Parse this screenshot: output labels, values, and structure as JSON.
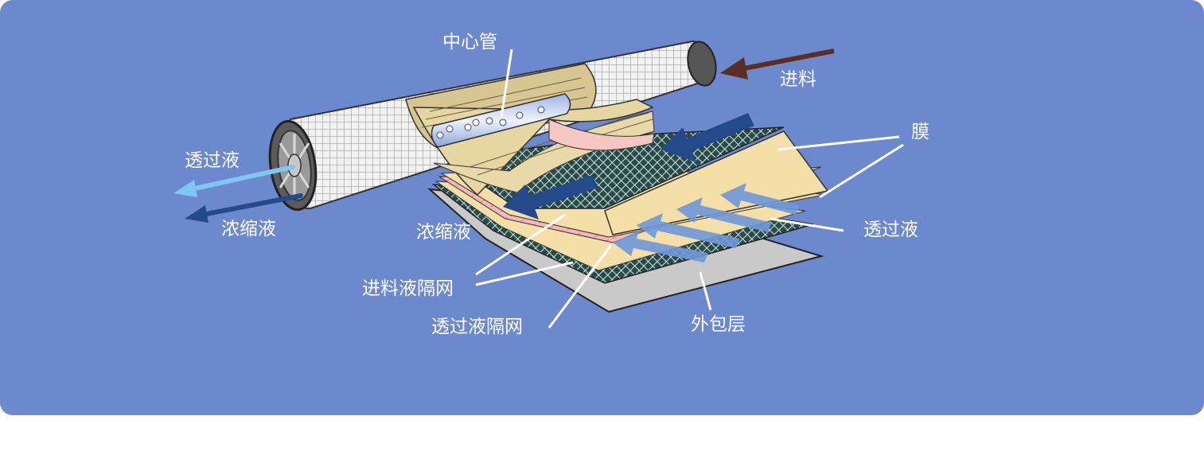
{
  "colors": {
    "background": "#6b89cc",
    "permeate_arrow": "#7fc6f0",
    "concentrate_arrow": "#254a8c",
    "feed_arrow": "#5b2e25",
    "membrane": "#f4dfa8",
    "permeate_spacer": "#f3b8b8",
    "wrap_layer": "#c9c9c9"
  },
  "labels": {
    "center_tube": "中心管",
    "feed": "进料",
    "membrane": "膜",
    "permeate_left": "透过液",
    "concentrate_left": "浓缩液",
    "concentrate_mid": "浓缩液",
    "permeate_right": "透过液",
    "feed_spacer": "进料液隔网",
    "permeate_spacer": "透过液隔网",
    "outer_wrap": "外包层"
  }
}
